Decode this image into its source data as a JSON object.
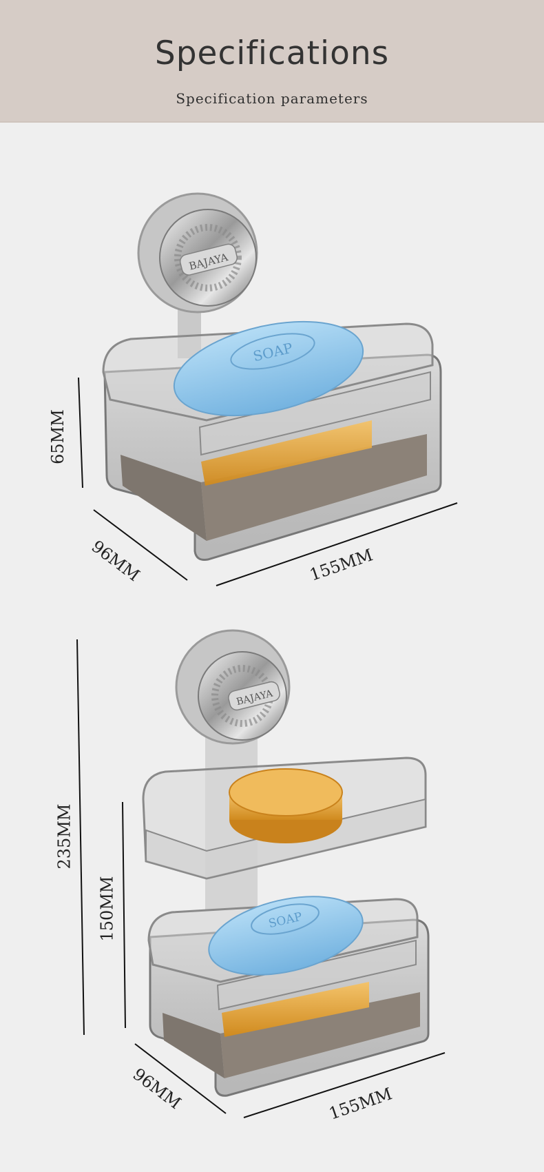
{
  "header": {
    "title": "Specifications",
    "subtitle": "Specification parameters"
  },
  "product_single": {
    "brand": "BAJAYA",
    "soap_label": "SOAP",
    "dimensions": {
      "height": "65MM",
      "depth": "96MM",
      "width": "155MM"
    }
  },
  "product_double": {
    "brand": "BAJAYA",
    "soap_label": "SOAP",
    "dimensions": {
      "total_height": "235MM",
      "tier_height": "150MM",
      "depth": "96MM",
      "width": "155MM"
    }
  },
  "colors": {
    "header_bg": "#d6ccc6",
    "page_bg": "#efefef",
    "soap_blue": "#8ec6ea",
    "soap_amber": "#e0a040",
    "sponge_gray": "#8c8278"
  }
}
